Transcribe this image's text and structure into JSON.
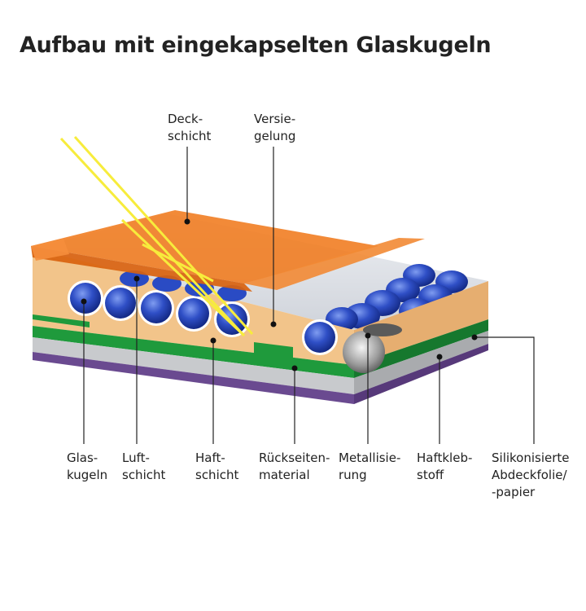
{
  "title": "Aufbau mit eingekapselten Glaskugeln",
  "labels": {
    "deckschicht": [
      "Deck-",
      "schicht"
    ],
    "versiegelung": [
      "Versie-",
      "gelung"
    ],
    "glaskugeln": [
      "Glas-",
      "kugeln"
    ],
    "luftschicht": [
      "Luft-",
      "schicht"
    ],
    "haftschicht": [
      "Haft-",
      "schicht"
    ],
    "rueckseitenmaterial": [
      "Rückseiten-",
      "material"
    ],
    "metallisierung": [
      "Metallisie-",
      "rung"
    ],
    "haftklebstoff": [
      "Haftkleb-",
      "stoff"
    ],
    "silikonisierte": [
      "Silikonisierte",
      "Abdeckfolie/",
      "-papier"
    ]
  },
  "colors": {
    "deckschicht": "#f07a1c",
    "backing": "#f2c48a",
    "sealing": "#1f9a3c",
    "beads": "#2a4bc4",
    "purple": "#6a4a90",
    "light_ray": "#f7ec3c"
  }
}
